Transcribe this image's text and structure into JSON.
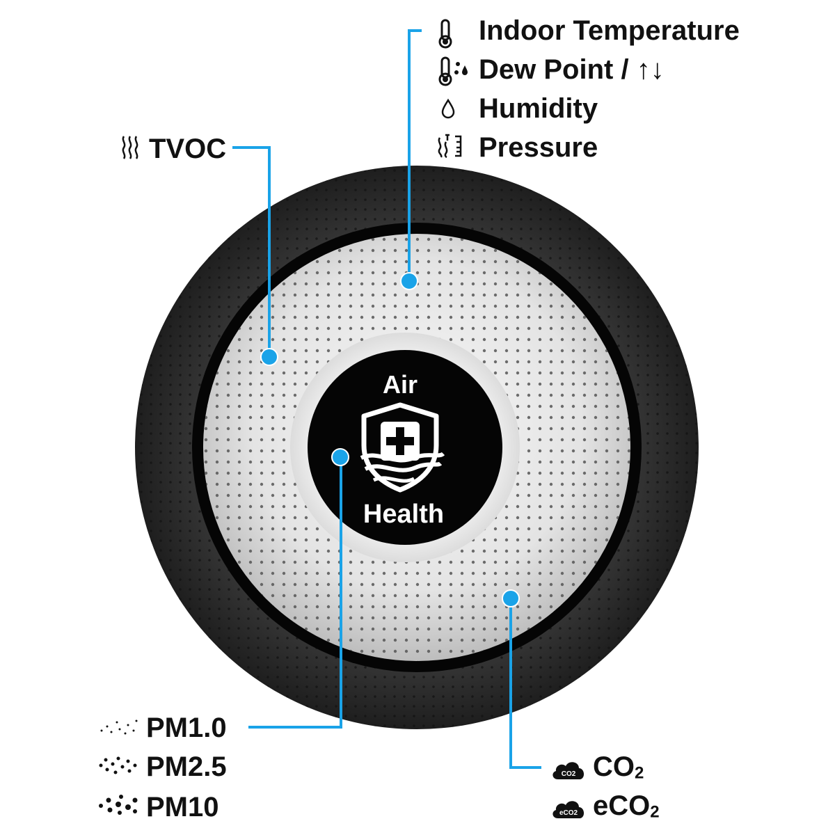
{
  "device": {
    "logo_top": "Air",
    "logo_bottom": "Health",
    "shield_icon": "shield-plus-waves-icon"
  },
  "sensors": {
    "indoor_temperature": "Indoor Temperature",
    "dew_point": "Dew Point / ↑↓",
    "humidity": "Humidity",
    "pressure": "Pressure",
    "tvoc": "TVOC",
    "pm1": "PM1.0",
    "pm25": "PM2.5",
    "pm10": "PM10",
    "co2_main": "CO",
    "co2_sub": "2",
    "eco2_main": "eCO",
    "eco2_sub": "2",
    "co2_icon_text": "CO2",
    "eco2_icon_text": "eCO2"
  },
  "colors": {
    "callout": "#1aa3e8",
    "outer_ring": "#2a2a2a",
    "inner_face": "#e6e6e6",
    "center": "#050505"
  }
}
